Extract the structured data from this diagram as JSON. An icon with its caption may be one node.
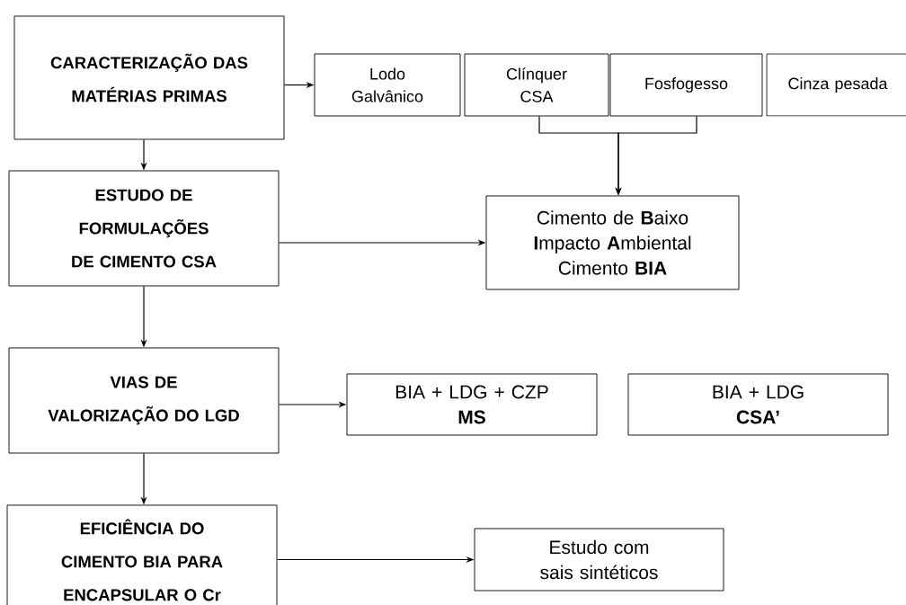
{
  "diagram": {
    "nodes": [
      {
        "text": [
          "CARACTERIZAÇÃO DAS MATÉRIAS PRIMAS"
        ]
      },
      {
        "text": [
          "Lodo Galvânico"
        ]
      },
      {
        "text": [
          "Clínquer CSA"
        ]
      },
      {
        "text": [
          "Fosfogesso"
        ]
      },
      {
        "text": [
          "Cinza pesada"
        ]
      },
      {
        "text": [
          "ESTUDO DE FORMULAÇÕES DE CIMENTO CSA"
        ]
      },
      {
        "text": [
          "Cimento de **B**aixo **I**mpacto **A**mbiental Cimento **BIA**"
        ]
      },
      {
        "text": [
          "VIAS DE VALORIZAÇÃO DO LGD"
        ]
      },
      {
        "text": [
          "BIA + LDG + CZP",
          "MS"
        ]
      },
      {
        "text": [
          "BIA + LDG",
          "CSA’"
        ]
      },
      {
        "text": [
          "EFICIÊNCIA DO CIMENTO BIA PARA ENCAPSULAR O Cr"
        ]
      },
      {
        "text": [
          "Estudo com sais sintéticos"
        ]
      }
    ],
    "edges": [
      {
        "from": 0,
        "to": 1,
        "arrow": "to"
      },
      {
        "from": 0,
        "to": 5,
        "arrow": "to"
      },
      {
        "from": 2,
        "to": 6,
        "arrow": "to"
      },
      {
        "from": 3,
        "to": 6,
        "arrow": "to"
      },
      {
        "from": 5,
        "to": 6,
        "arrow": "to"
      },
      {
        "from": 5,
        "to": 7,
        "arrow": "to"
      },
      {
        "from": 7,
        "to": 8,
        "arrow": "to"
      },
      {
        "from": 7,
        "to": 10,
        "arrow": "to"
      },
      {
        "from": 10,
        "to": 11,
        "arrow": "to"
      }
    ]
  }
}
